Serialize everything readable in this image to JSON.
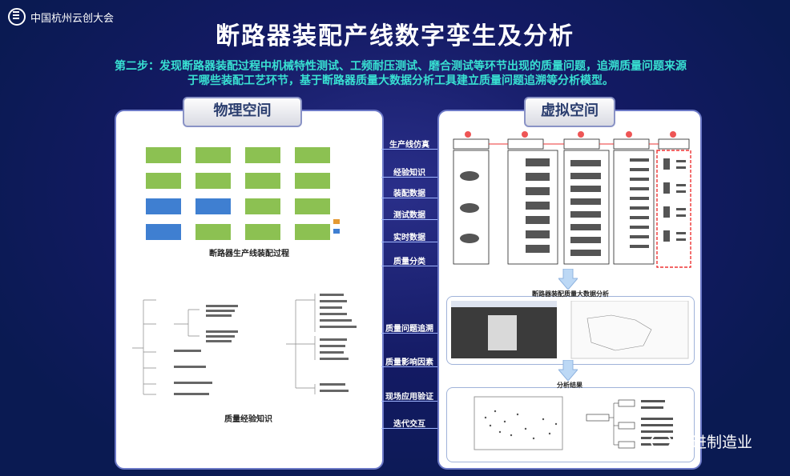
{
  "logo": {
    "text": "中国杭州云创大会"
  },
  "title": "断路器装配产线数字孪生及分析",
  "subtitle": "第二步：发现断路器装配过程中机械特性测试、工频耐压测试、磨合测试等环节出现的质量问题，追溯质量问题来源于哪些装配工艺环节，基于断路器质量大数据分析工具建立质量问题追溯等分析模型。",
  "left_panel": {
    "header": "物理空间",
    "flow_caption": "断路器生产线装配过程",
    "tree_caption": "质量经验知识"
  },
  "right_panel": {
    "header": "虚拟空间",
    "section1_title": "断路器装配质量大数据分析",
    "section2_title": "分析结果"
  },
  "middle_labels": [
    "生产线仿真",
    "经验知识",
    "装配数据",
    "测试数据",
    "实时数据",
    "质量分类",
    "质量问题追溯",
    "质量影响因素",
    "现场应用验证",
    "迭代交互"
  ],
  "watermark": "先进制造业"
}
